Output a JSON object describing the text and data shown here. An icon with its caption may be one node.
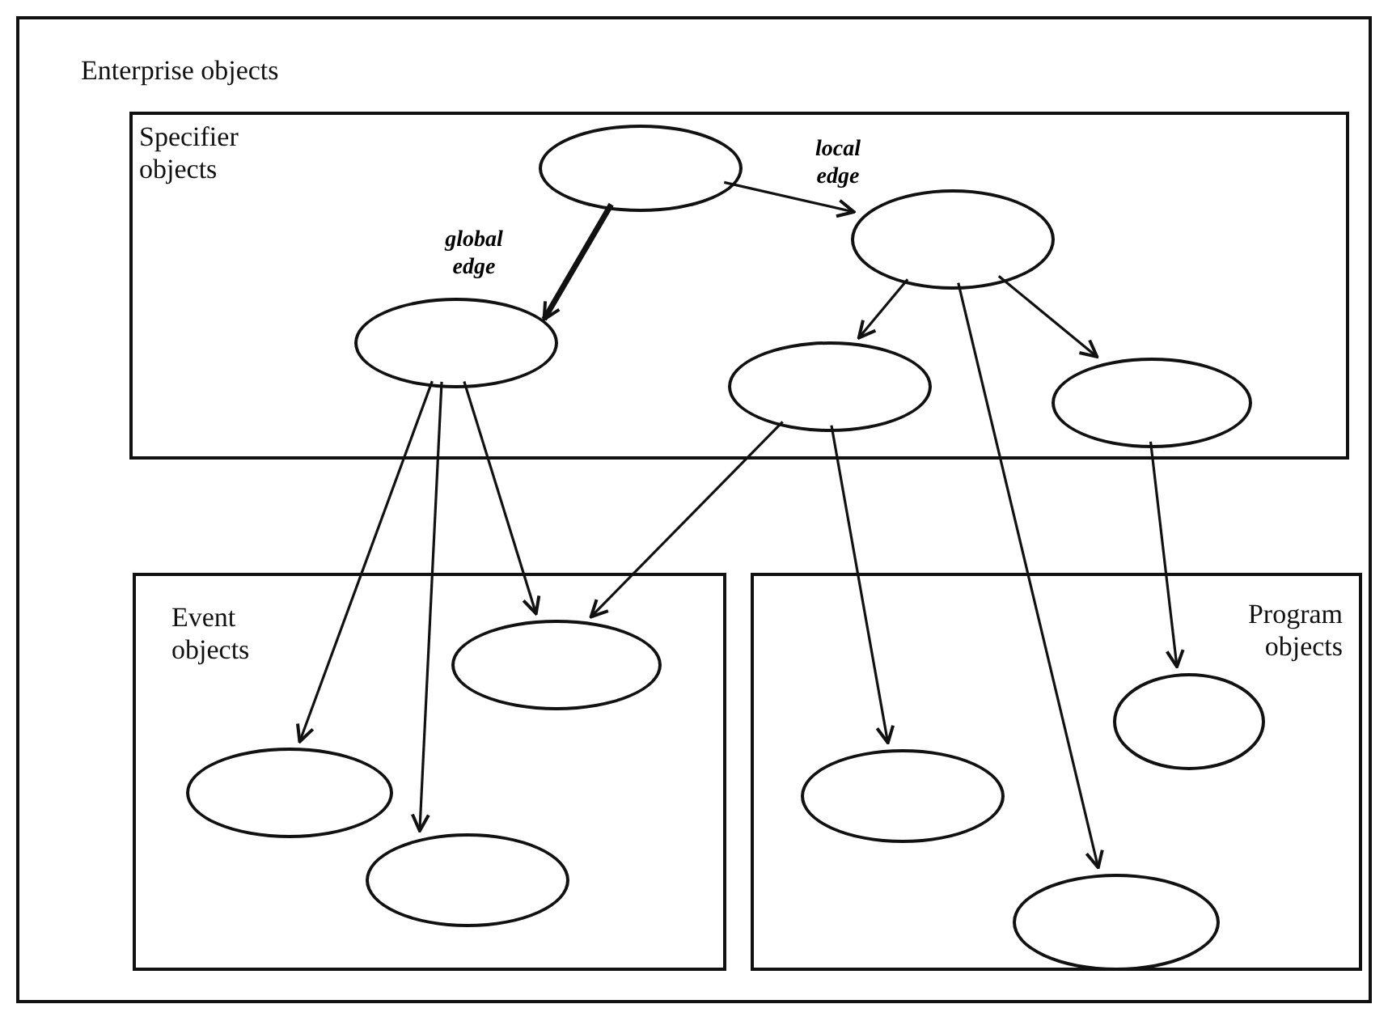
{
  "diagram": {
    "nodes": [
      {
        "text": [
          "Enterprise objects"
        ]
      },
      {
        "text": [
          "Specifier objects"
        ],
        "in": 0
      },
      {
        "text": [
          "Event objects"
        ],
        "in": 0
      },
      {
        "text": [
          "Program objects"
        ],
        "in": 0
      },
      {
        "text": [],
        "shape": "circle",
        "in": 1
      },
      {
        "text": [],
        "shape": "circle",
        "in": 1
      },
      {
        "text": [],
        "shape": "circle",
        "in": 1
      },
      {
        "text": [],
        "shape": "circle",
        "in": 1
      },
      {
        "text": [],
        "shape": "circle",
        "in": 1
      },
      {
        "text": [],
        "shape": "circle",
        "in": 2
      },
      {
        "text": [],
        "shape": "circle",
        "in": 2
      },
      {
        "text": [],
        "shape": "circle",
        "in": 2
      },
      {
        "text": [],
        "shape": "circle",
        "in": 3
      },
      {
        "text": [],
        "shape": "circle",
        "in": 3
      },
      {
        "text": [],
        "shape": "circle",
        "in": 3
      }
    ],
    "edges": [
      {
        "from": 4,
        "to": 5,
        "arrow": "to",
        "label": "global edge",
        "style": "thick"
      },
      {
        "from": 4,
        "to": 6,
        "arrow": "to",
        "label": "local edge"
      },
      {
        "from": 6,
        "to": 7,
        "arrow": "to"
      },
      {
        "from": 6,
        "to": 8,
        "arrow": "to"
      },
      {
        "from": 6,
        "to": 14,
        "arrow": "to"
      },
      {
        "from": 5,
        "to": 10,
        "arrow": "to"
      },
      {
        "from": 5,
        "to": 11,
        "arrow": "to"
      },
      {
        "from": 5,
        "to": 9,
        "arrow": "to"
      },
      {
        "from": 7,
        "to": 9,
        "arrow": "to"
      },
      {
        "from": 7,
        "to": 12,
        "arrow": "to"
      },
      {
        "from": 8,
        "to": 13,
        "arrow": "to"
      }
    ]
  }
}
